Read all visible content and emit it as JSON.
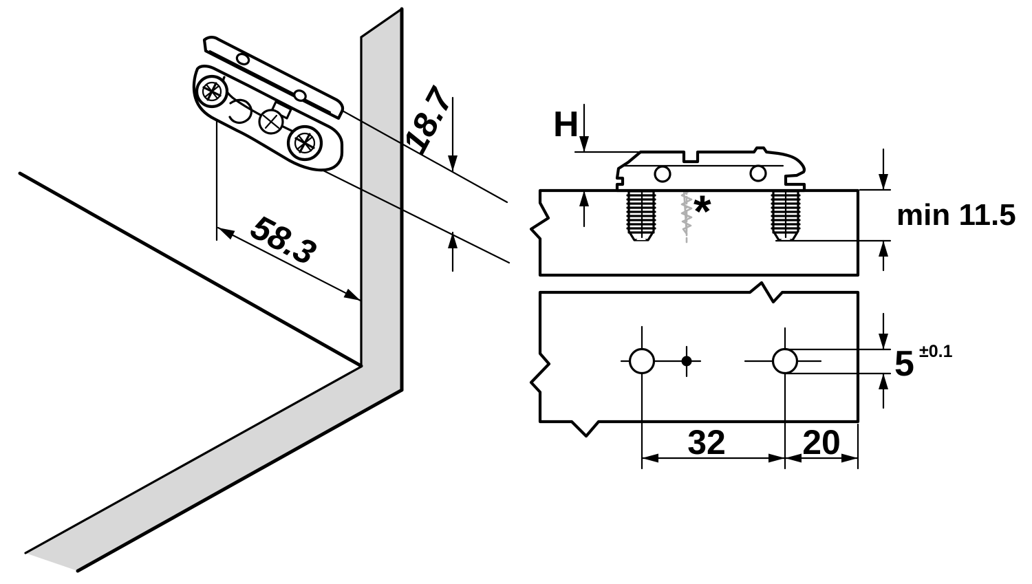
{
  "drawing": {
    "title": "hinge-mounting-plate-installation-drawing",
    "colors": {
      "line": "#000000",
      "panel_fill": "#d8d8d8",
      "optional_screw": "#b0b0b0",
      "background": "#ffffff"
    },
    "iso_view": {
      "width_dim": "58.3",
      "depth_dim": "18.7"
    },
    "section_view": {
      "height_dim": "H",
      "min_depth_dim": "min 11.5",
      "screw_note": "*"
    },
    "plan_view": {
      "hole_pitch_dim": "32",
      "edge_distance_dim": "20",
      "hole_diameter_dim": "5",
      "hole_tolerance_dim": "±0.1"
    }
  }
}
